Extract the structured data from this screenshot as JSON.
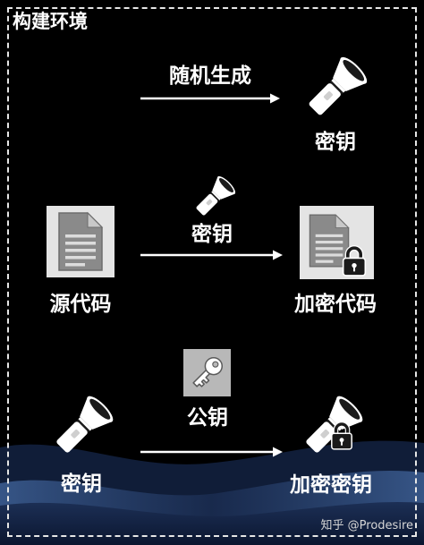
{
  "frame": {
    "title": "构建环境"
  },
  "step_generate": {
    "arrow_label": "随机生成",
    "result": {
      "icon": "flashlight-key-icon",
      "label": "密钥"
    }
  },
  "step_encrypt_code": {
    "source": {
      "icon": "document-icon",
      "label": "源代码"
    },
    "key": {
      "icon": "flashlight-key-icon",
      "label": "密钥"
    },
    "result": {
      "icon": "locked-document-icon",
      "label": "加密代码"
    }
  },
  "step_encrypt_key": {
    "source": {
      "icon": "flashlight-key-icon",
      "label": "密钥"
    },
    "key": {
      "icon": "key-icon",
      "label": "公钥"
    },
    "result": {
      "icon": "locked-flashlight-key-icon",
      "label": "加密密钥"
    }
  },
  "watermark": "知乎 @Prodesire",
  "colors": {
    "background": "#000000",
    "text": "#ffffff",
    "icon_tile": "#e4e4e4",
    "key_tile": "#b8b8b8",
    "document": "#8a8a8a",
    "wave_dark": "#0b1630",
    "wave_mid": "#1c2f55",
    "wave_light": "#3d5f94"
  }
}
